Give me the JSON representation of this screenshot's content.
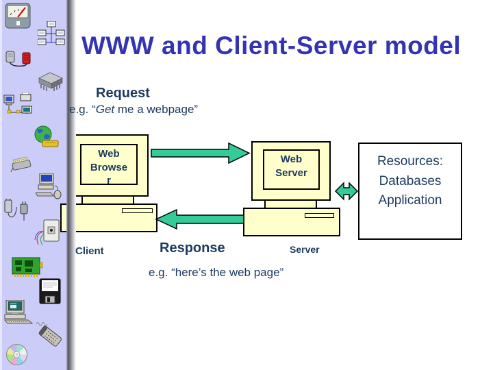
{
  "header": {
    "title": "WWW and Client-Server model"
  },
  "request": {
    "label": "Request",
    "example_prefix": "e.g. “",
    "example_italic": "Get",
    "example_rest": " me a webpage”"
  },
  "response": {
    "label": "Response",
    "example": "e.g. “here’s the web page”"
  },
  "client": {
    "screen_label": "Web Browse r",
    "caption": "Client"
  },
  "server": {
    "screen_label": "Web Server",
    "caption": "Server"
  },
  "resources": {
    "lines": [
      "Resources:",
      "Databases",
      "Application"
    ]
  },
  "colors": {
    "title_blue": "#3333b4",
    "body_navy": "#1b3a5e",
    "machine_yellow": "#ffffcc",
    "arrow_green": "#33cc99",
    "sidebar_lavender": "#ccccf8"
  },
  "sidebar": {
    "icons": [
      "gauge-icon",
      "network-tree-icon",
      "cable-plugs-icon",
      "chip-icon",
      "lan-printer-icon",
      "globe-phone-icon",
      "connector-icon",
      "desktop-mouse-icon",
      "adapter-plugs-icon",
      "wall-socket-icon",
      "circuit-board-icon",
      "floppy-disk-icon",
      "desktop-computer-icon",
      "remote-control-icon",
      "cd-rom-icon"
    ]
  }
}
